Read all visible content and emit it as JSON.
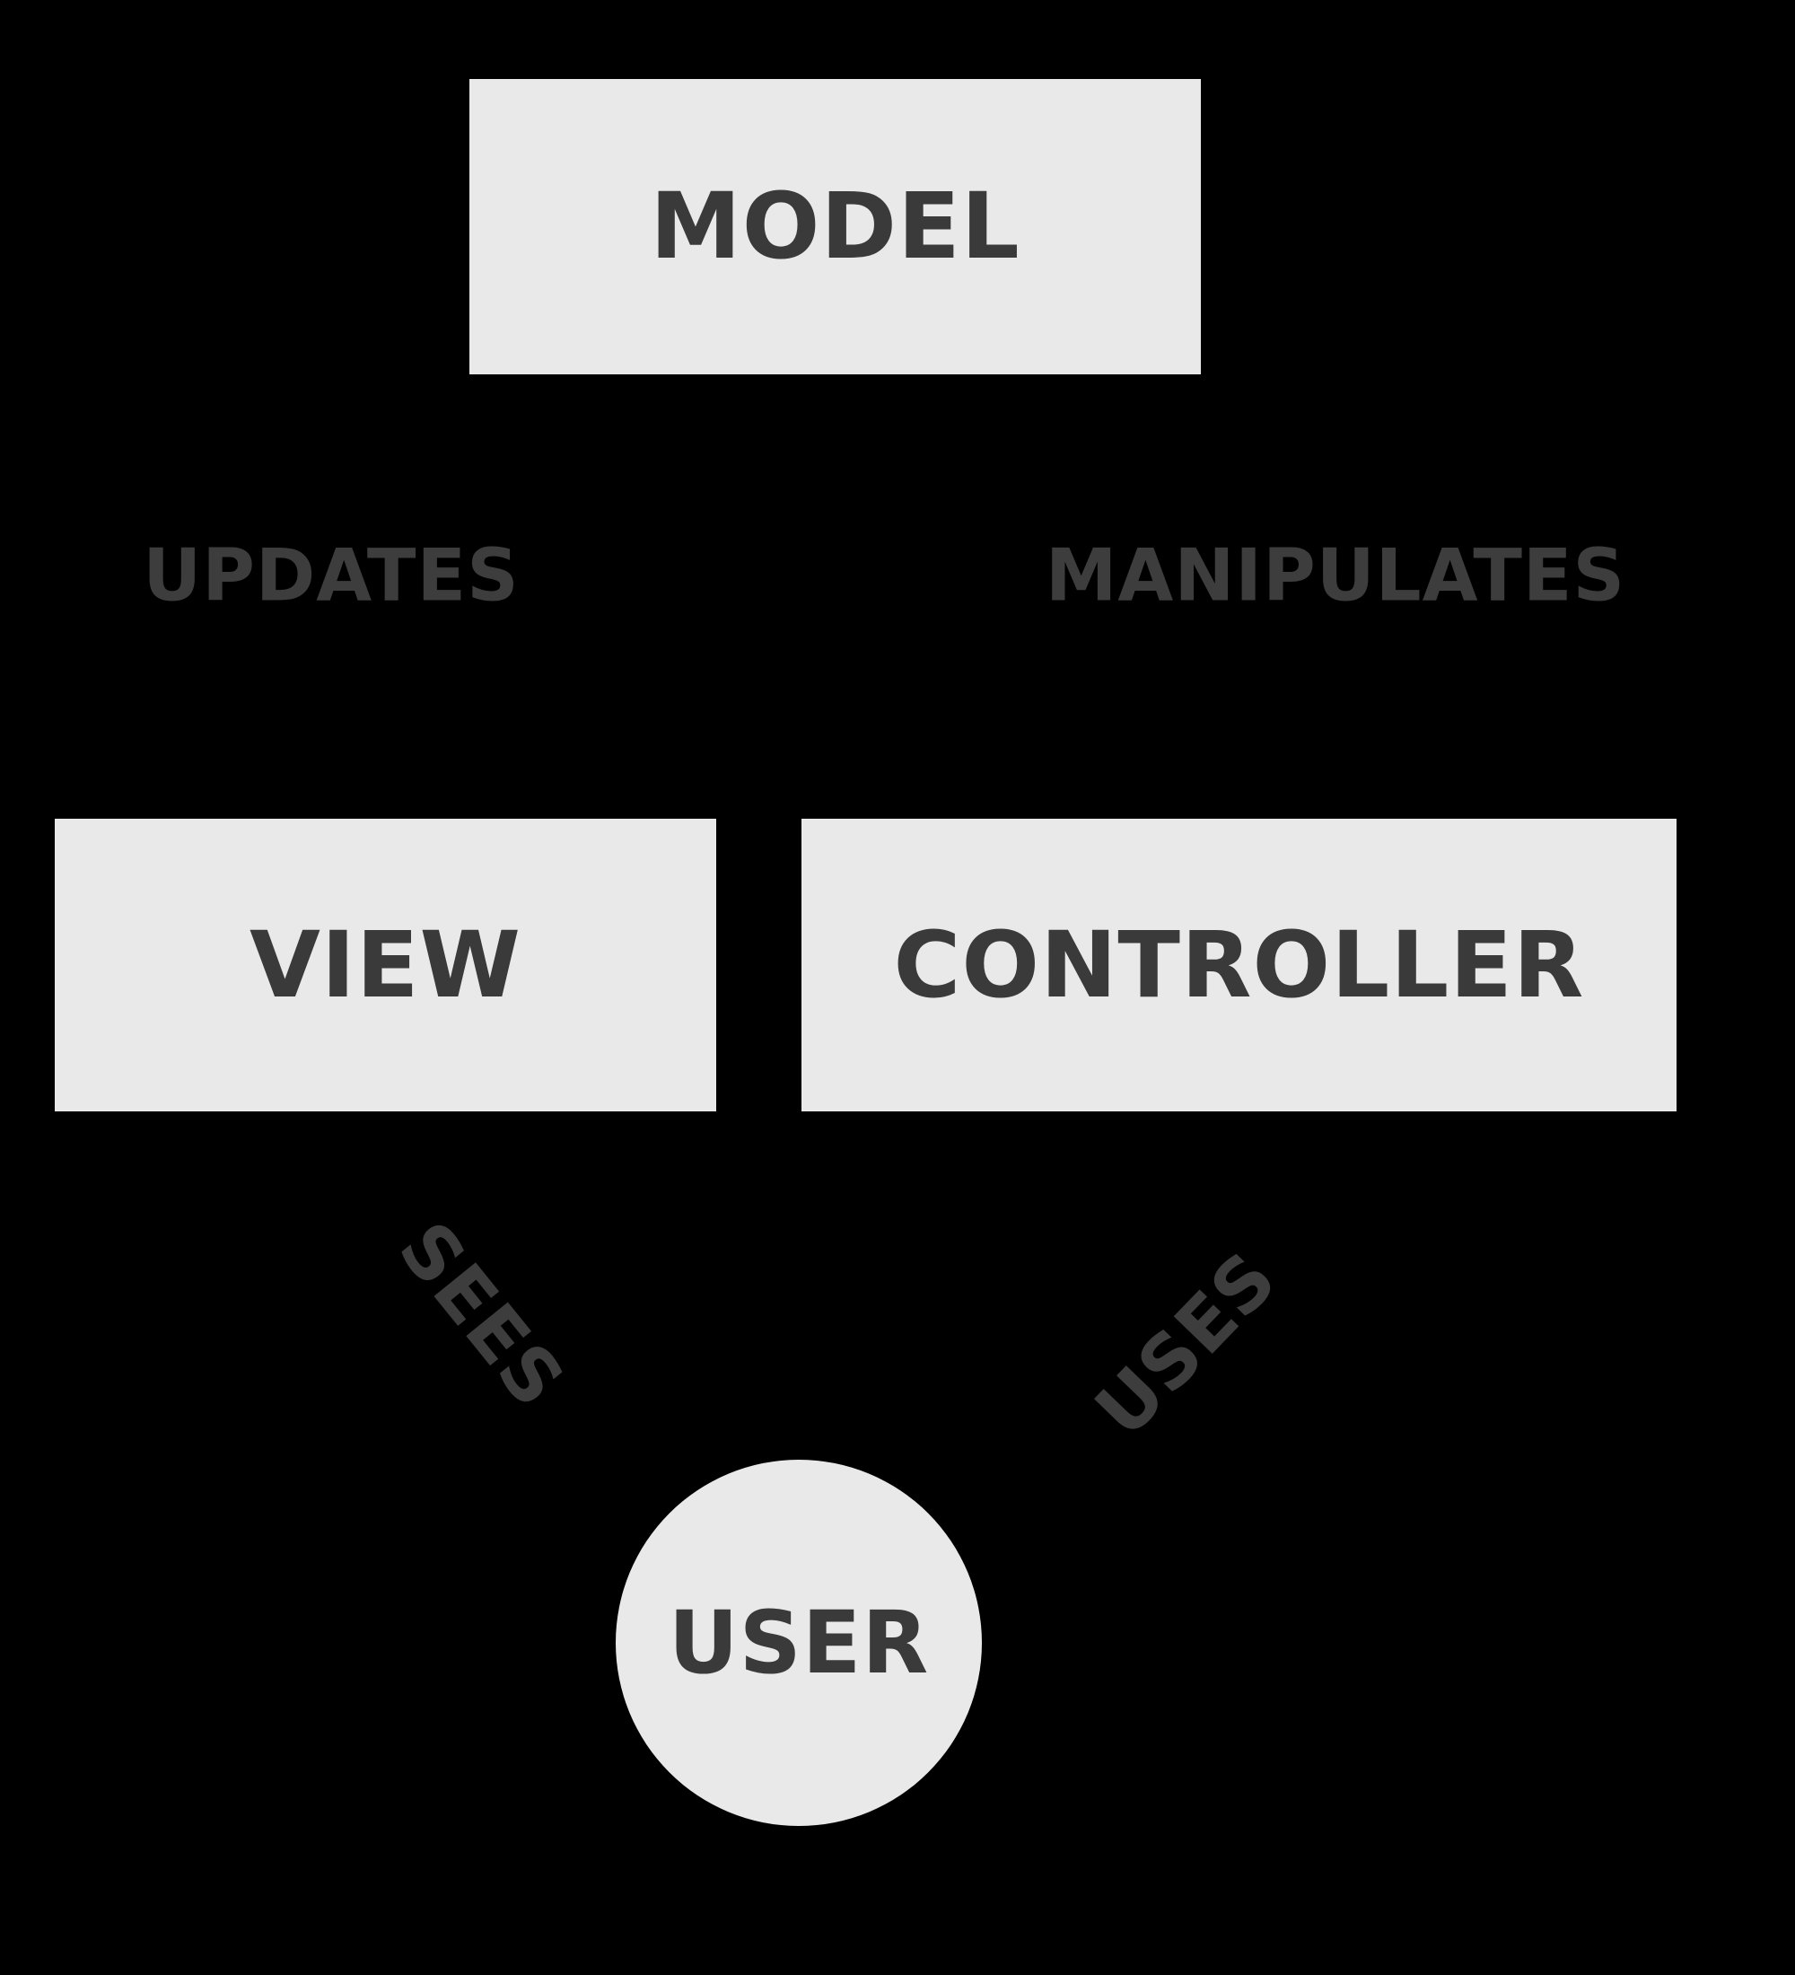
{
  "diagram": {
    "type": "architecture-diagram",
    "colors": {
      "background": "#000000",
      "node_fill": "#e9e9e9",
      "node_text": "#3a3a3a",
      "edge_label_text": "#3d3d3d"
    },
    "nodes": {
      "model": {
        "label": "MODEL",
        "shape": "rectangle"
      },
      "view": {
        "label": "VIEW",
        "shape": "rectangle"
      },
      "controller": {
        "label": "CONTROLLER",
        "shape": "rectangle"
      },
      "user": {
        "label": "USER",
        "shape": "circle"
      }
    },
    "edge_labels": {
      "updates": {
        "label": "UPDATES"
      },
      "manipulates": {
        "label": "MANIPULATES"
      },
      "sees": {
        "label": "SEES"
      },
      "uses": {
        "label": "USES"
      }
    }
  }
}
